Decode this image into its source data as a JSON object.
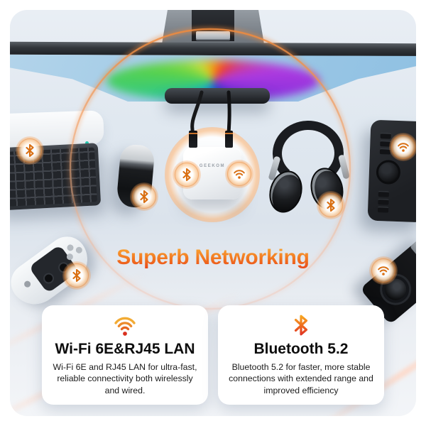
{
  "banner": {
    "heading": "Superb Networking",
    "device_label": "GEEKOM",
    "cards": [
      {
        "icon": "wifi-icon",
        "title": "Wi-Fi 6E&RJ45 LAN",
        "body": "Wi-Fi 6E and RJ45 LAN for ultra-fast, reliable connectivity both wirelessly and wired."
      },
      {
        "icon": "bluetooth-icon",
        "title": "Bluetooth 5.2",
        "body": "Bluetooth 5.2 for faster, more stable connections with extended range and improved efficiency"
      }
    ],
    "scene_items": [
      "monitor",
      "monitor-stand",
      "keyboard",
      "mouse",
      "mini-pc",
      "headphones",
      "drawing-tablet",
      "game-controller",
      "camera"
    ],
    "badges": [
      {
        "item": "keyboard",
        "type": "bluetooth"
      },
      {
        "item": "mouse",
        "type": "bluetooth"
      },
      {
        "item": "mini-pc-left",
        "type": "bluetooth"
      },
      {
        "item": "mini-pc-right",
        "type": "wifi"
      },
      {
        "item": "headphones",
        "type": "bluetooth"
      },
      {
        "item": "drawing-tablet",
        "type": "wifi"
      },
      {
        "item": "game-controller",
        "type": "bluetooth"
      },
      {
        "item": "camera",
        "type": "wifi"
      }
    ],
    "colors": {
      "accent_orange": "#ee7a1c",
      "heading_gradient_top": "#fbaa35",
      "heading_gradient_bottom": "#e8431c",
      "background": "#dfe7ef",
      "card_background": "#ffffff",
      "text": "#111111"
    }
  }
}
